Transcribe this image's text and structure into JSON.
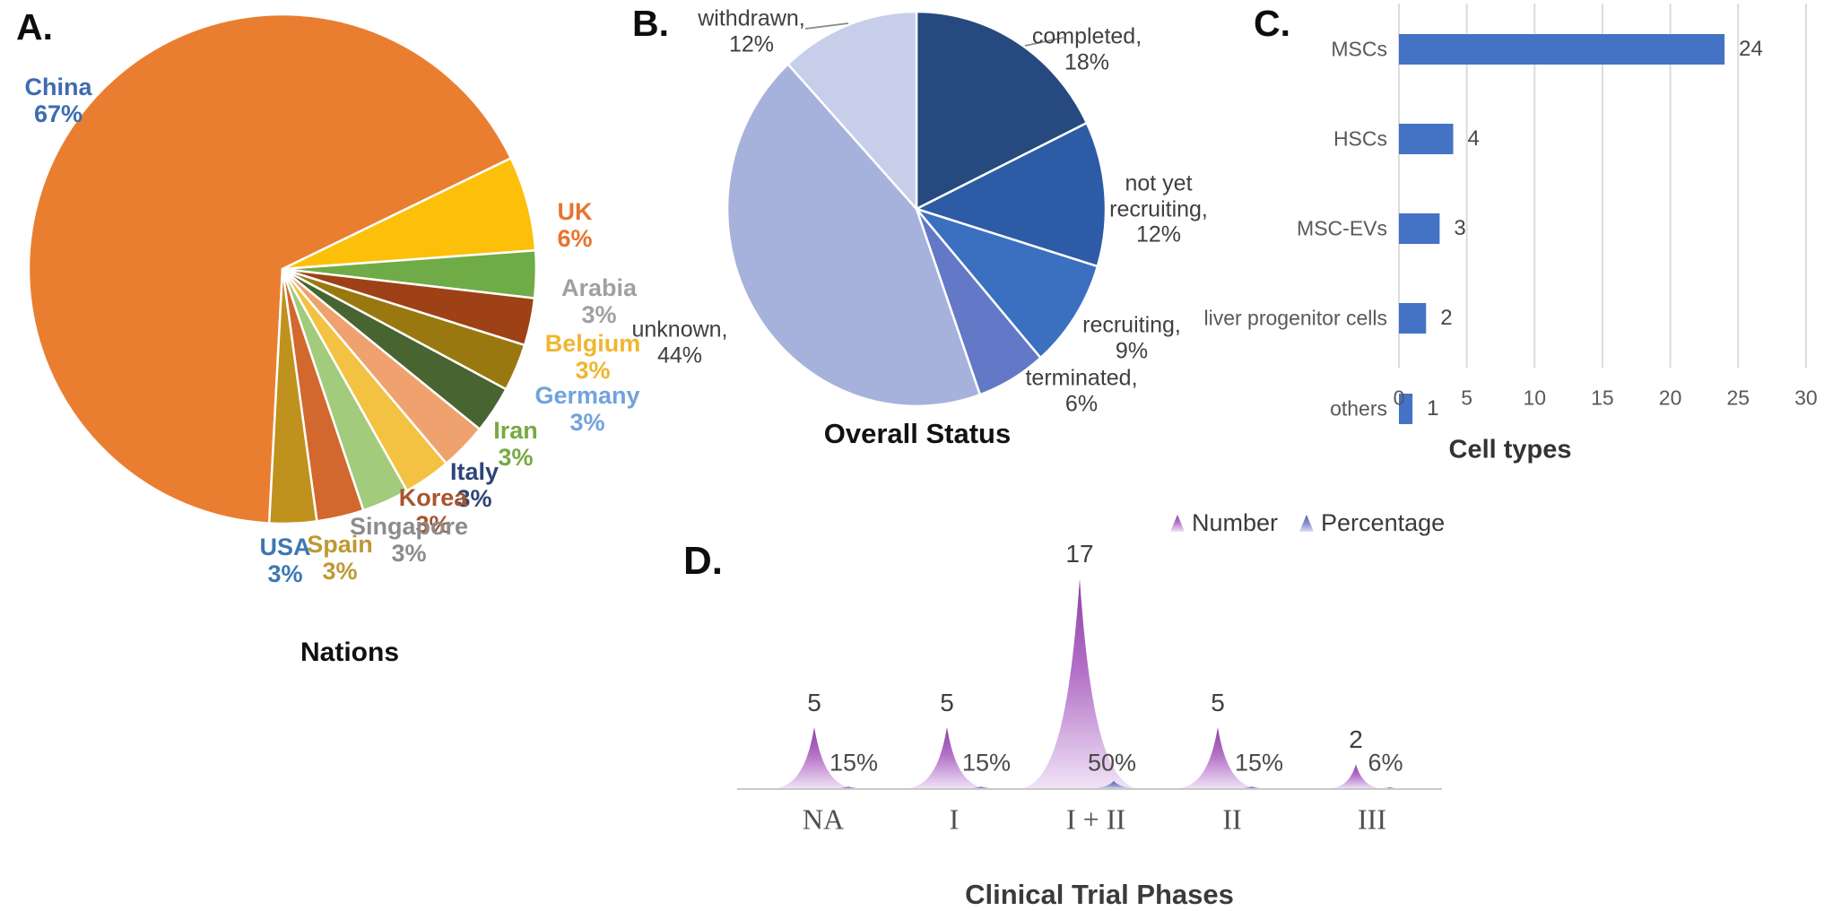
{
  "panels": {
    "a": "A.",
    "b": "B.",
    "c": "C.",
    "d": "D."
  },
  "chart_data": [
    {
      "id": "nations",
      "panel": "A",
      "type": "pie",
      "title": "Nations",
      "slices": [
        {
          "label": "China",
          "value_pct": 67,
          "color": "#E97E30",
          "label_color": "#3E6BB2",
          "label_lines": [
            "China",
            "67%"
          ]
        },
        {
          "label": "UK",
          "value_pct": 6,
          "color": "#FCC00A",
          "label_color": "#E8742E",
          "label_lines": [
            "UK",
            "6%"
          ]
        },
        {
          "label": "Arabia",
          "value_pct": 3,
          "color": "#6FAC47",
          "label_color": "#A0A0A0",
          "label_lines": [
            "Arabia",
            "3%"
          ]
        },
        {
          "label": "Belgium",
          "value_pct": 3,
          "color": "#9E4117",
          "label_color": "#F0B62F",
          "label_lines": [
            "Belgium",
            "3%"
          ]
        },
        {
          "label": "Germany",
          "value_pct": 3,
          "color": "#99790F",
          "label_color": "#71A3DC",
          "label_lines": [
            "Germany",
            "3%"
          ]
        },
        {
          "label": "Iran",
          "value_pct": 3,
          "color": "#486430",
          "label_color": "#77A942",
          "label_lines": [
            "Iran",
            "3%"
          ]
        },
        {
          "label": "Italy",
          "value_pct": 3,
          "color": "#F0A26E",
          "label_color": "#2F4577",
          "label_lines": [
            "Italy",
            "3%"
          ]
        },
        {
          "label": "Korea",
          "value_pct": 3,
          "color": "#F3C242",
          "label_color": "#A8542E",
          "label_lines": [
            "Korea",
            "3%"
          ]
        },
        {
          "label": "Singapore",
          "value_pct": 3,
          "color": "#A2CB7C",
          "label_color": "#8C8C8C",
          "label_lines": [
            "Singapore",
            "3%"
          ]
        },
        {
          "label": "Spain",
          "value_pct": 3,
          "color": "#D2682D",
          "label_color": "#BE9933",
          "label_lines": [
            "Spain",
            "3%"
          ]
        },
        {
          "label": "USA",
          "value_pct": 3,
          "color": "#BE921D",
          "label_color": "#3C77B5",
          "label_lines": [
            "USA",
            "3%"
          ]
        }
      ]
    },
    {
      "id": "overall_status",
      "panel": "B",
      "type": "pie",
      "title": "Overall Status",
      "label_color": "#3F3F3F",
      "slices": [
        {
          "label": "completed",
          "value_pct": 18,
          "color": "#26497F",
          "label_lines": [
            "completed,",
            "18%"
          ]
        },
        {
          "label": "not yet recruiting",
          "value_pct": 12,
          "color": "#2E5BA5",
          "label_lines": [
            "not yet",
            "recruiting,",
            "12%"
          ]
        },
        {
          "label": "recruiting",
          "value_pct": 9,
          "color": "#3B6FC0",
          "label_lines": [
            "recruiting,",
            "9%"
          ]
        },
        {
          "label": "terminated",
          "value_pct": 6,
          "color": "#6379C7",
          "label_lines": [
            "terminated,",
            "6%"
          ]
        },
        {
          "label": "unknown",
          "value_pct": 44,
          "color": "#A7B2DC",
          "label_lines": [
            "unknown,",
            "44%"
          ]
        },
        {
          "label": "withdrawn",
          "value_pct": 12,
          "color": "#C7CEE9",
          "label_lines": [
            "withdrawn,",
            "12%"
          ]
        }
      ]
    },
    {
      "id": "cell_types",
      "panel": "C",
      "type": "bar",
      "orientation": "horizontal",
      "title": "Cell types",
      "categories": [
        "MSCs",
        "HSCs",
        "MSC-EVs",
        "liver progenitor cells",
        "others"
      ],
      "values": [
        24,
        4,
        3,
        2,
        1
      ],
      "value_labels": [
        "24",
        "4",
        "3",
        "2",
        "1"
      ],
      "bar_color": "#4472C4",
      "grid_color": "#DCDCDC",
      "x_ticks": [
        0,
        5,
        10,
        15,
        20,
        25,
        30
      ],
      "xlim": [
        0,
        30
      ],
      "grid": true
    },
    {
      "id": "clinical_trial_phases",
      "panel": "D",
      "type": "area",
      "title": "Clinical Trial Phases",
      "categories": [
        "NA",
        "I",
        "I + II",
        "II",
        "III"
      ],
      "series": [
        {
          "name": "Number",
          "values": [
            5,
            5,
            17,
            5,
            2
          ],
          "labels": [
            "5",
            "5",
            "17",
            "5",
            "2"
          ],
          "color_top": "#8E3FA5",
          "color_mid": "#B472C7",
          "color_bottom": "#F0E4F7"
        },
        {
          "name": "Percentage",
          "values": [
            15,
            15,
            50,
            15,
            6
          ],
          "labels": [
            "15%",
            "15%",
            "50%",
            "15%",
            "6%"
          ],
          "color_top": "#5560B2",
          "color_mid": "#8B93D0",
          "color_bottom": "#DCDFF2"
        }
      ],
      "legend": [
        "Number",
        "Percentage"
      ],
      "baseline_color": "#C9C9C9"
    }
  ]
}
